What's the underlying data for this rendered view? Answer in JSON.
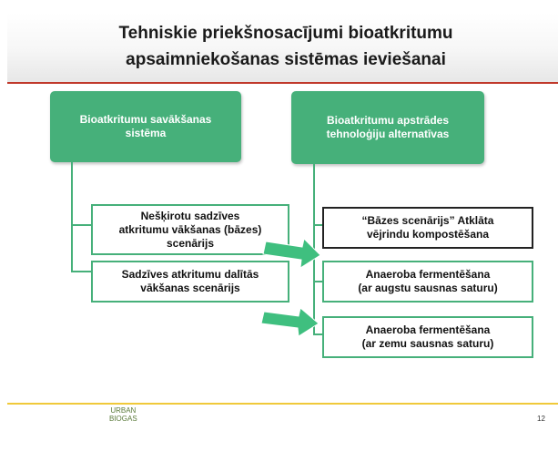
{
  "title": {
    "line1": "Tehniskie priekšnosacījumi bioatkritumu",
    "line2": "apsaimniekošanas sistēmas ieviešanai"
  },
  "left_header": {
    "line1": "Bioatkritumu savākšanas",
    "line2": "sistēma"
  },
  "right_header": {
    "line1": "Bioatkritumu apstrādes",
    "line2": "tehnoloģiju alternatīvas"
  },
  "left_options": [
    {
      "line1": "Nešķirotu sadzīves",
      "line2": "atkritumu vākšanas (bāzes)",
      "line3": "scenārijs"
    },
    {
      "line1": "Sadzīves atkritumu dalītās",
      "line2": "vākšanas scenārijs"
    }
  ],
  "right_options": [
    {
      "line1": "“Bāzes scenārijs” Atklāta",
      "line2": "vējrindu kompostēšana"
    },
    {
      "line1": "Anaeroba fermentēšana",
      "line2": "(ar augstu sausnas saturu)"
    },
    {
      "line1": "Anaeroba fermentēšana",
      "line2": "(ar zemu sausnas saturu)"
    }
  ],
  "footer": {
    "logo_line1": "URBAN",
    "logo_line2": "BIOGAS",
    "page_number": "12"
  },
  "colors": {
    "green": "#46b07a",
    "title_rule": "#c0392b",
    "footer_rule": "#f0c93a",
    "arrow": "#3fbf7f"
  }
}
